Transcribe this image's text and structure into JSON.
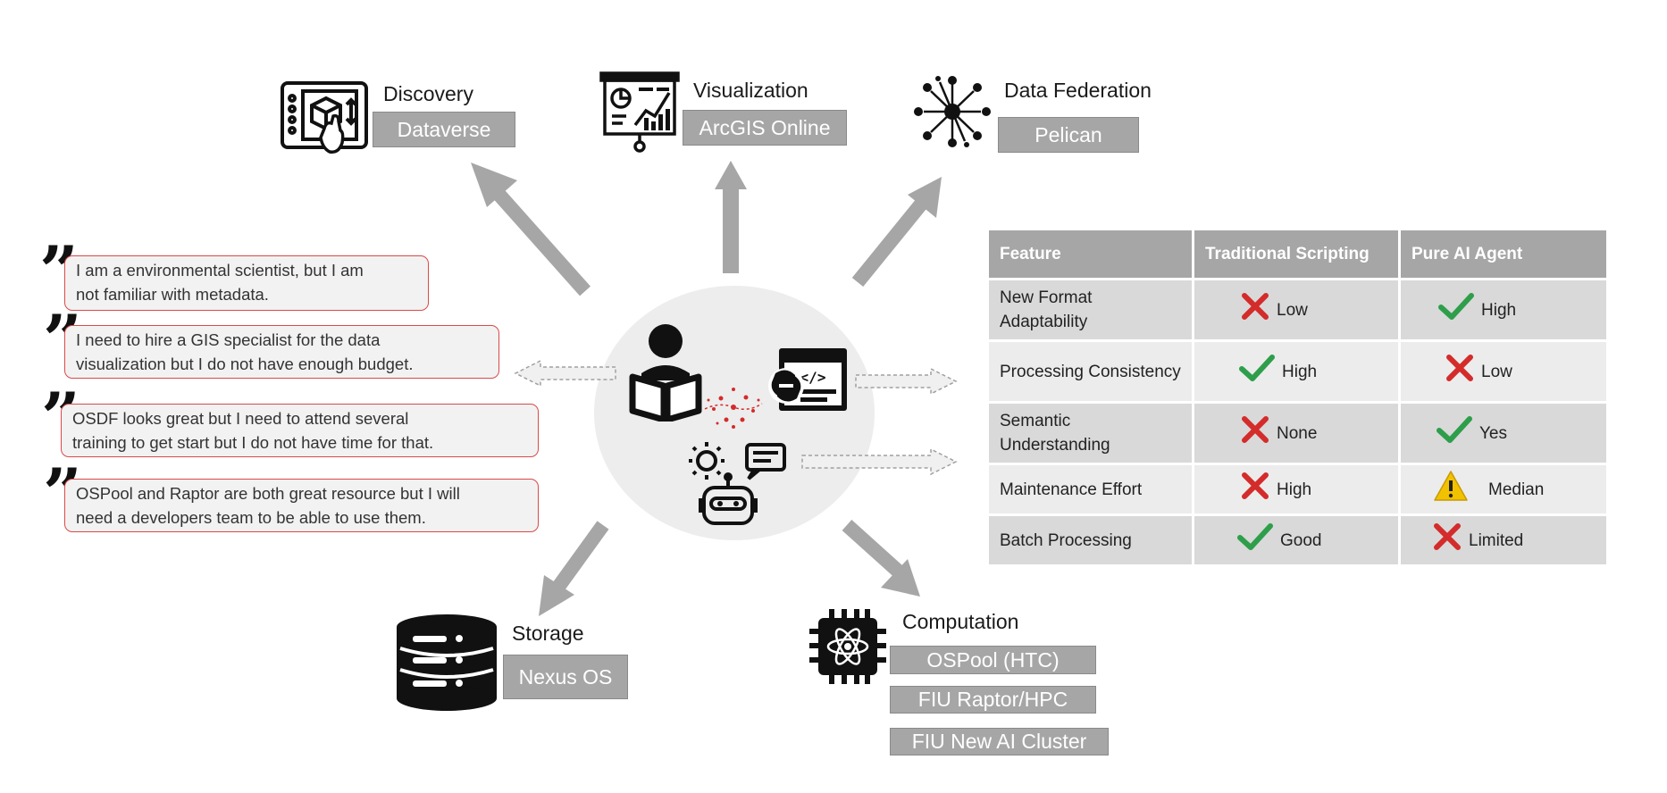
{
  "services": {
    "discovery": {
      "title": "Discovery",
      "tool": "Dataverse",
      "icon": "touchscreen-cube-icon"
    },
    "visualization": {
      "title": "Visualization",
      "tool": "ArcGIS Online",
      "icon": "presentation-board-icon"
    },
    "federation": {
      "title": "Data Federation",
      "tool": "Pelican",
      "icon": "network-hub-icon"
    },
    "storage": {
      "title": "Storage",
      "tool": "Nexus OS",
      "icon": "database-icon"
    },
    "computation": {
      "title": "Computation",
      "tools": [
        "OSPool (HTC)",
        "FIU Raptor/HPC",
        "FIU New AI Cluster"
      ],
      "icon": "processor-atom-icon"
    }
  },
  "quotes": [
    {
      "line1": "I am a environmental  scientist, but I am",
      "line2": "not familiar with  metadata."
    },
    {
      "line1": "I need to hire a GIS specialist for the data",
      "line2": "visualization but I do not have enough budget."
    },
    {
      "line1": "OSDF looks great but I need to attend several",
      "line2": "training to get start but I do not have time for that."
    },
    {
      "line1": "OSPool and Raptor are both  great resource but I will",
      "line2": "need a developers team to be able to use them."
    }
  ],
  "table": {
    "headers": [
      "Feature",
      "Traditional Scripting",
      "Pure AI Agent"
    ],
    "rows": [
      {
        "feature": "New Format Adaptability",
        "scripting": {
          "icon": "cross",
          "text": "Low"
        },
        "ai": {
          "icon": "check",
          "text": "High"
        }
      },
      {
        "feature": "Processing Consistency",
        "scripting": {
          "icon": "check",
          "text": "High"
        },
        "ai": {
          "icon": "cross",
          "text": "Low"
        }
      },
      {
        "feature": "Semantic Understanding",
        "scripting": {
          "icon": "cross",
          "text": "None"
        },
        "ai": {
          "icon": "check",
          "text": "Yes"
        }
      },
      {
        "feature": "Maintenance Effort",
        "scripting": {
          "icon": "cross",
          "text": "High"
        },
        "ai": {
          "icon": "warning",
          "text": "Median"
        }
      },
      {
        "feature": "Batch Processing",
        "scripting": {
          "icon": "check",
          "text": "Good"
        },
        "ai": {
          "icon": "cross",
          "text": "Limited"
        }
      }
    ]
  },
  "colors": {
    "check": "#2e9e4a",
    "cross": "#d42b2b",
    "warning": "#f2c200",
    "arrow": "#a6a6a6",
    "quote_border": "#d94a4a"
  }
}
